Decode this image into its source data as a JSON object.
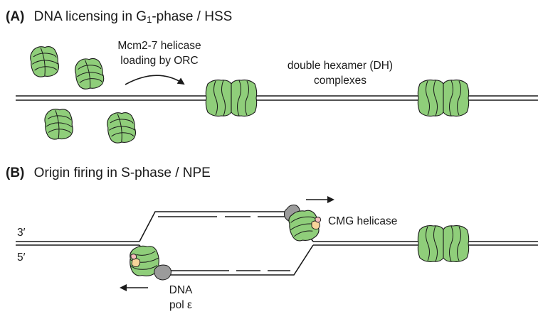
{
  "panel_a": {
    "label": "(A)",
    "title_pre": "DNA licensing in G",
    "title_sub": "1",
    "title_post": "-phase / HSS",
    "annotation_line1": "Mcm2-7 helicase",
    "annotation_line2": "loading by ORC",
    "dh_line1": "double hexamer (DH)",
    "dh_line2": "complexes"
  },
  "panel_b": {
    "label": "(B)",
    "title": "Origin firing in S-phase / NPE",
    "cmg_label": "CMG helicase",
    "pol_line1": "DNA",
    "pol_line2": "pol ε",
    "strand_top": "3′",
    "strand_bottom": "5′"
  },
  "colors": {
    "mcm_green": "#8fce7a",
    "polymerase_gray": "#9b9b9b",
    "gins": "#f7d49a",
    "cdc45": "#f4bcbc",
    "ink": "#1a1a1a"
  }
}
